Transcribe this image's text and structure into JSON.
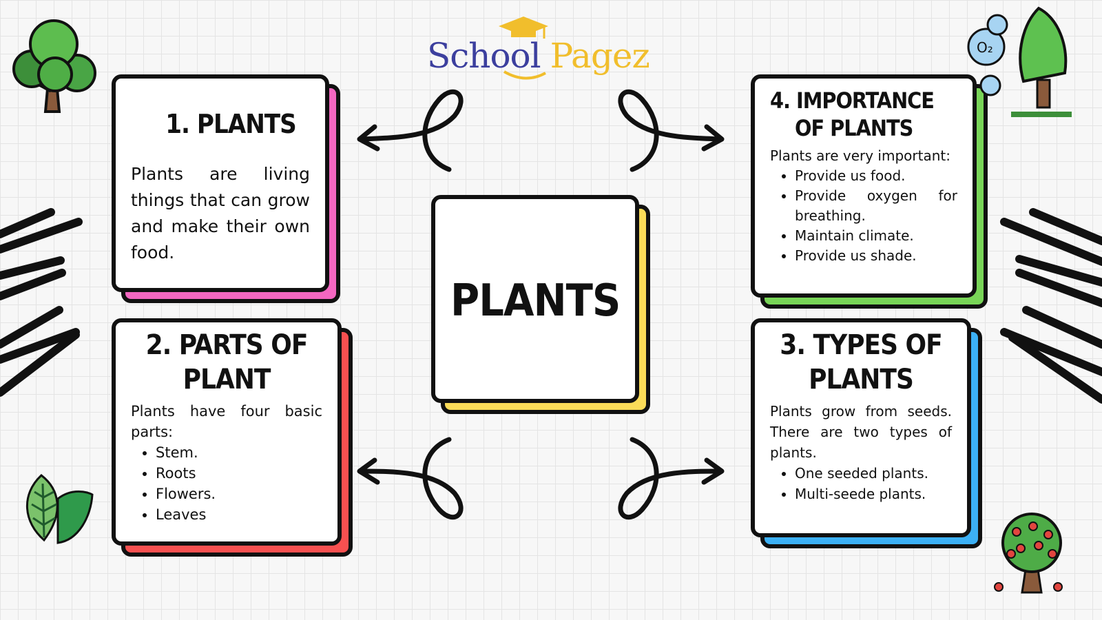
{
  "logo": {
    "part_school": "School",
    "part_pagez": "Pagez"
  },
  "center": {
    "title": "PLANTS"
  },
  "cards": [
    {
      "title": "1. PLANTS",
      "text": "Plants are living things that can grow and make their own food."
    },
    {
      "title": "2. PARTS OF PLANT",
      "text": "Plants have four basic parts:",
      "items": [
        "Stem.",
        "Roots",
        "Flowers.",
        "Leaves"
      ]
    },
    {
      "title": "3. TYPES OF PLANTS",
      "text": "Plants grow from seeds. There are two types of plants.",
      "items": [
        "One seeded plants.",
        "Multi-seede plants."
      ]
    },
    {
      "title_line1": "4. IMPORTANCE",
      "title_line2": "OF PLANTS",
      "text": "Plants are very important:",
      "items": [
        "Provide us food.",
        "Provide oxygen for breathing.",
        "Maintain climate.",
        "Provide us shade."
      ]
    }
  ],
  "colors": {
    "card1_accent": "#f467c1",
    "card2_accent": "#f85050",
    "card3_accent": "#3cb0f5",
    "card4_accent": "#78d457",
    "center_accent": "#fbdc58",
    "logo_blue": "#3c3f9e",
    "logo_yellow": "#f1be2c"
  },
  "icons": [
    "tree-icon",
    "oxygen-tree-icon",
    "leaf-icon",
    "apple-tree-icon",
    "graduation-cap-icon",
    "curly-arrow-icon",
    "scribble-lines-icon"
  ]
}
